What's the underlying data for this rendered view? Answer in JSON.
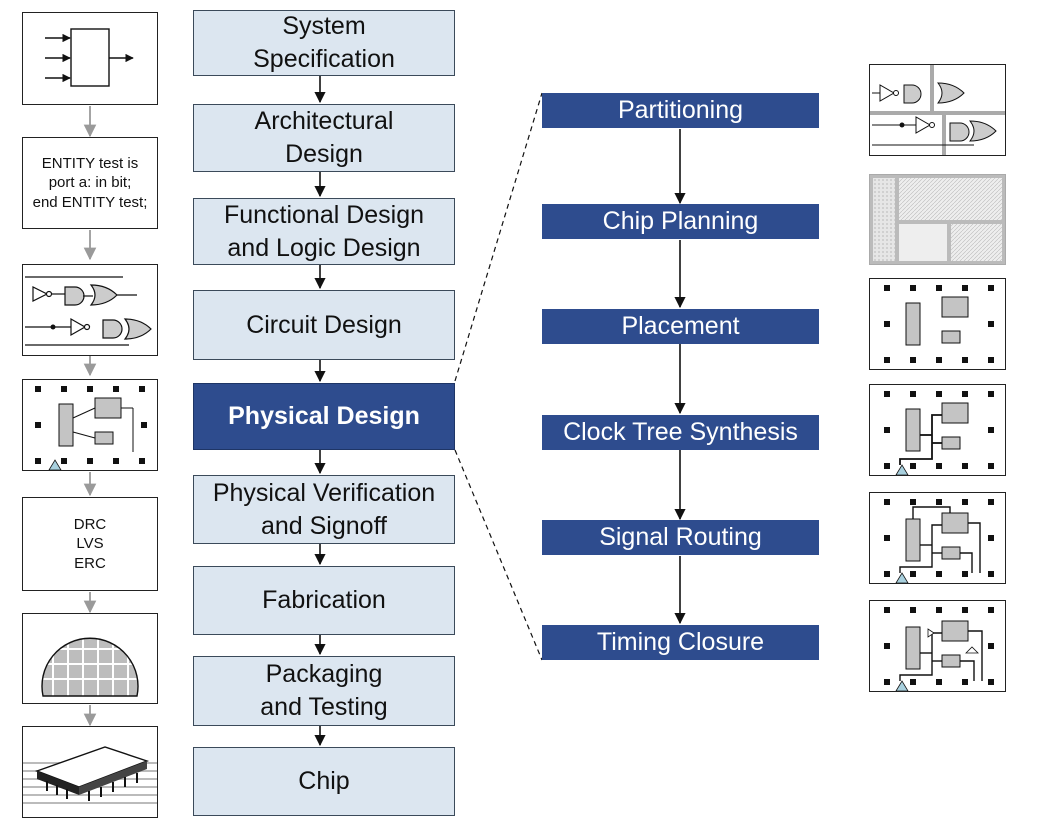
{
  "flow": {
    "steps": [
      "System\nSpecification",
      "Architectural\nDesign",
      "Functional Design\nand Logic Design",
      "Circuit Design",
      "Physical Design",
      "Physical Verification\nand Signoff",
      "Fabrication",
      "Packaging\nand Testing",
      "Chip"
    ]
  },
  "physical_design_steps": [
    "Partitioning",
    "Chip Planning",
    "Placement",
    "Clock Tree Synthesis",
    "Signal Routing",
    "Timing Closure"
  ],
  "left_icons": {
    "hdl_code": "ENTITY test is\nport a: in bit;\nend ENTITY test;",
    "verification_checks": "DRC\nLVS\nERC"
  },
  "colors": {
    "flow_box_fill": "#dce6f0",
    "accent_blue": "#2e4c8e",
    "arrow_gray": "#9a9a9a"
  }
}
